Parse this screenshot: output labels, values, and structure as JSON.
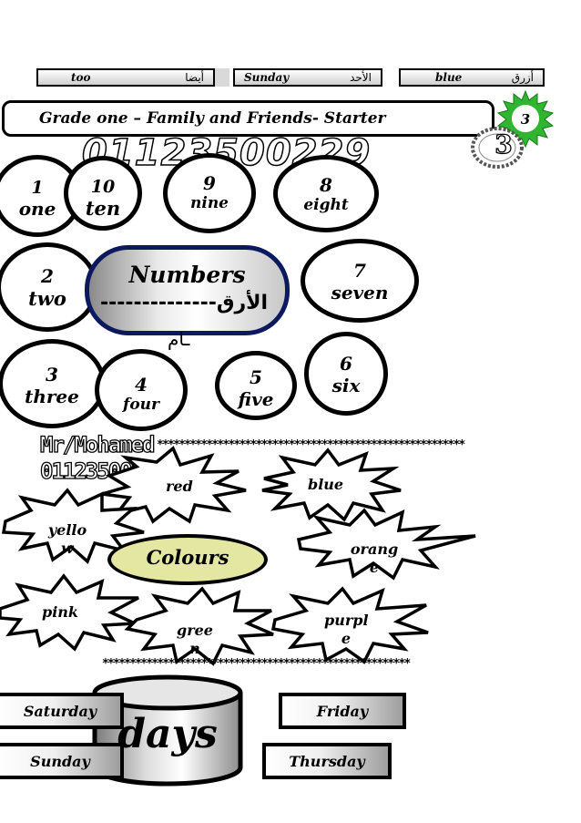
{
  "top_words": [
    {
      "en": "too",
      "ar": "أيضا"
    },
    {
      "en": "Sunday",
      "ar": "الأحد"
    },
    {
      "en": "blue",
      "ar": "أزرق"
    }
  ],
  "title": "Grade one – Family and Friends- Starter",
  "badge": "3",
  "badge_number": "3",
  "phone_ghost": "01123500229",
  "numbers_section": {
    "label": "Numbers",
    "arabic_line1": "--------------الأرق",
    "arabic_line2": "ـام",
    "items": [
      {
        "digit": "1",
        "word": "one"
      },
      {
        "digit": "10",
        "word": "ten"
      },
      {
        "digit": "9",
        "word": "nine"
      },
      {
        "digit": "8",
        "word": "eight"
      },
      {
        "digit": "2",
        "word": "two"
      },
      {
        "digit": "7",
        "word": "seven"
      },
      {
        "digit": "3",
        "word": "three"
      },
      {
        "digit": "4",
        "word": "four"
      },
      {
        "digit": "5",
        "word": "five"
      },
      {
        "digit": "6",
        "word": "six"
      }
    ]
  },
  "teacher": {
    "name": "Mr/Mohamed",
    "phone": "01123500229"
  },
  "separator": "********************************************************",
  "colours_section": {
    "label": "Colours",
    "items": [
      "red",
      "blue",
      "yello w",
      "orang e",
      "pink",
      "gree n",
      "purpl e"
    ]
  },
  "days_section": {
    "label": "days",
    "items": [
      "Saturday",
      "Friday",
      "Sunday",
      "Thursday"
    ]
  },
  "colors": {
    "numbers_border": "#0b1a5e",
    "colours_fill": "#e4e7a2",
    "badge_green": "#2fb52f"
  }
}
